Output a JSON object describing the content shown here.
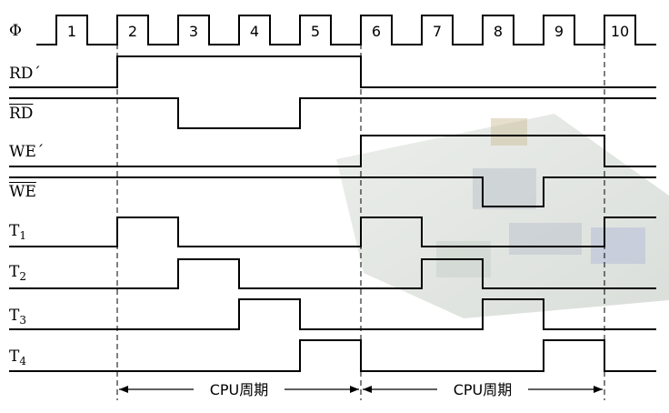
{
  "signals": [
    {
      "id": "phi",
      "label": "Φ"
    },
    {
      "id": "rd_prime",
      "label": "RD´",
      "overline": false
    },
    {
      "id": "rd_bar",
      "label": "RD",
      "overline": true
    },
    {
      "id": "we_prime",
      "label": "WE´",
      "overline": false
    },
    {
      "id": "we_bar",
      "label": "WE",
      "overline": true
    },
    {
      "id": "t1",
      "label": "T",
      "sub": "1"
    },
    {
      "id": "t2",
      "label": "T",
      "sub": "2"
    },
    {
      "id": "t3",
      "label": "T",
      "sub": "3"
    },
    {
      "id": "t4",
      "label": "T",
      "sub": "4"
    }
  ],
  "clock_numbers": [
    "1",
    "2",
    "3",
    "4",
    "5",
    "6",
    "7",
    "8",
    "9",
    "10"
  ],
  "periods": [
    {
      "label": "CPU周期"
    },
    {
      "label": "CPU周期"
    }
  ],
  "colors": {
    "line": "#000000",
    "background": "#ffffff"
  }
}
